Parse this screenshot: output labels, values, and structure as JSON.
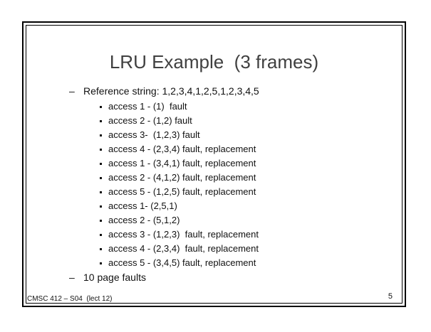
{
  "slide": {
    "title": "LRU Example  (3 frames)",
    "bullets": [
      {
        "marker": "–",
        "text": "Reference string: 1,2,3,4,1,2,5,1,2,3,4,5"
      },
      {
        "marker": "–",
        "text": "10 page faults"
      }
    ],
    "accesses": [
      "access 1 - (1)  fault",
      "access 2 - (1,2) fault",
      "access 3-  (1,2,3) fault",
      "access 4 - (2,3,4) fault, replacement",
      "access 1 - (3,4,1) fault, replacement",
      "access 2 - (4,1,2) fault, replacement",
      "access 5 - (1,2,5) fault, replacement",
      "access 1- (2,5,1)",
      "access 2 - (5,1,2)",
      "access 3 - (1,2,3)  fault, replacement",
      "access 4 - (2,3,4)  fault, replacement",
      "access 5 - (3,4,5) fault, replacement"
    ],
    "footer": "CMSC 412 – S04  (lect 12)",
    "page_number": "5",
    "colors": {
      "title": "#404040",
      "body": "#111111",
      "border": "#000000",
      "background": "#ffffff"
    }
  }
}
